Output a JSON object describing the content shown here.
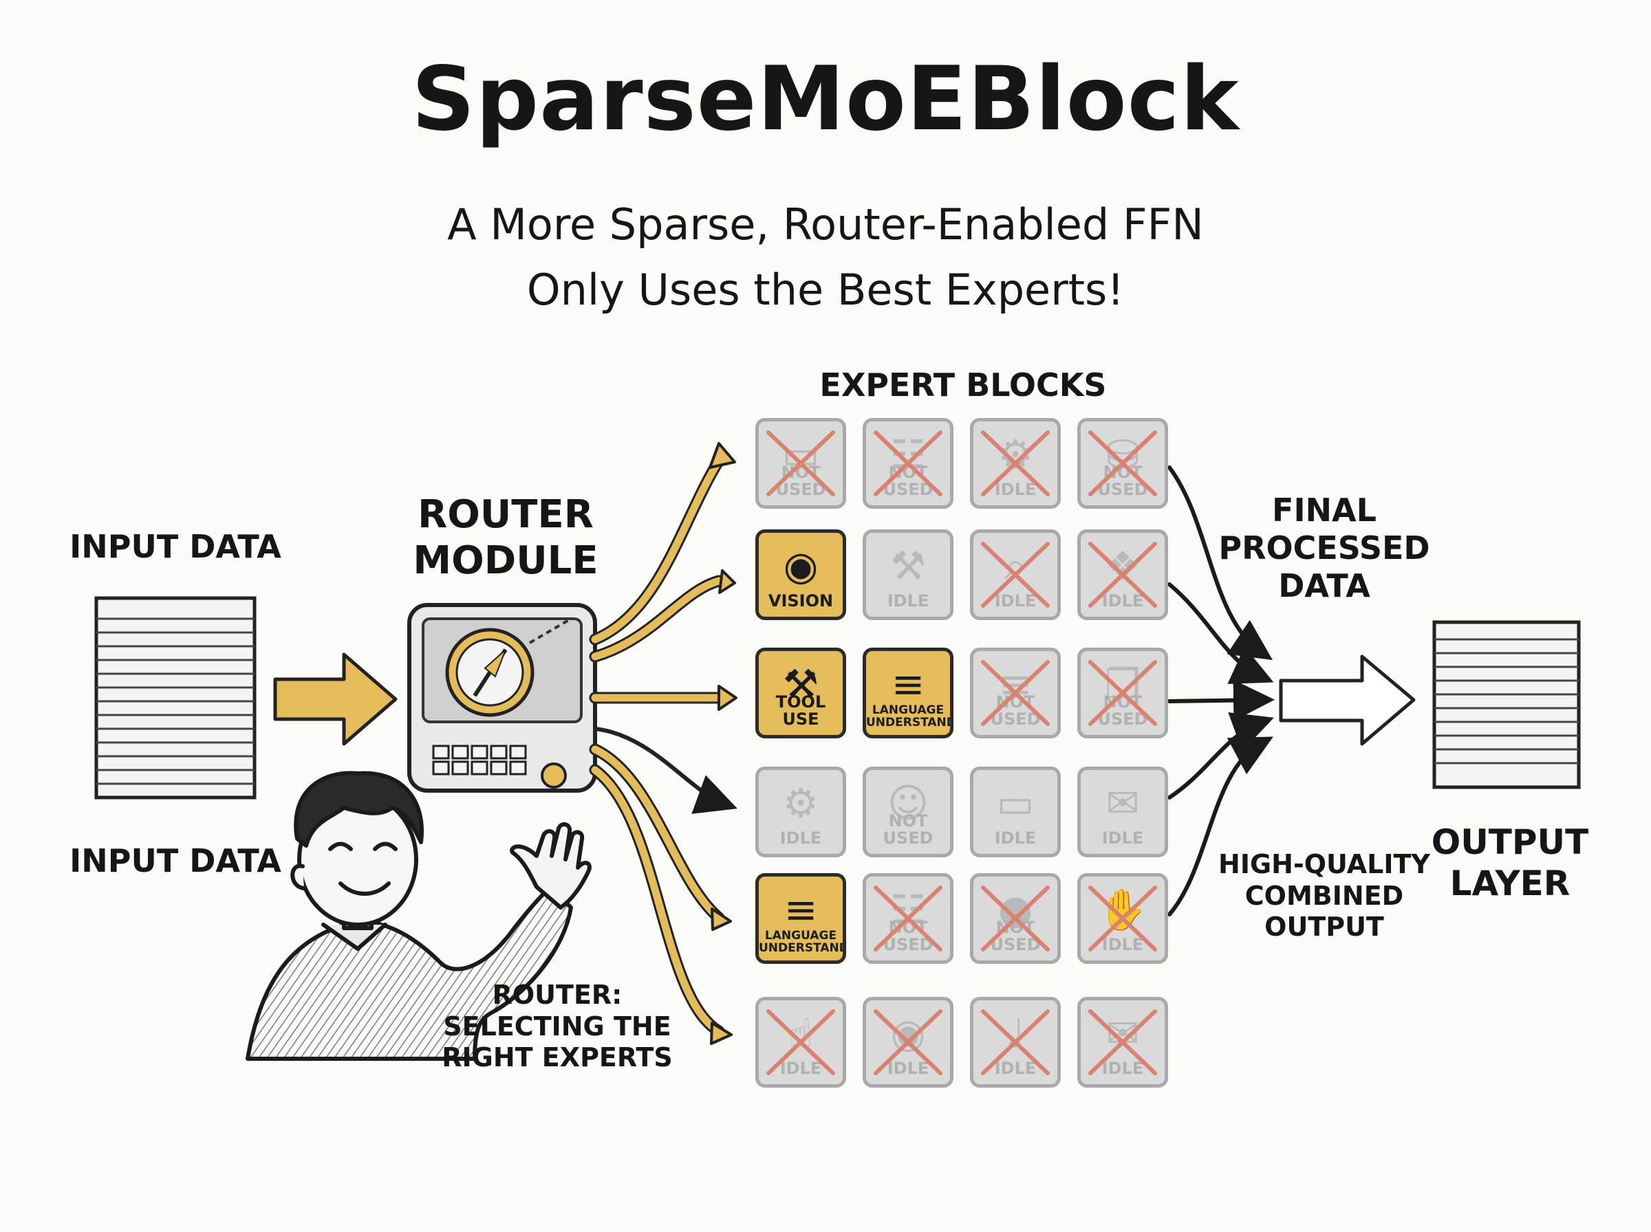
{
  "title": "SparseMoEBlock",
  "subtitle_line1": "A More Sparse, Router-Enabled FFN",
  "subtitle_line2": "Only Uses the Best Experts!",
  "labels": {
    "input_top": "INPUT DATA",
    "input_bottom": "INPUT DATA",
    "router_module_l1": "ROUTER",
    "router_module_l2": "MODULE",
    "expert_blocks": "EXPERT BLOCKS",
    "final_l1": "FINAL",
    "final_l2": "PROCESSED",
    "final_l3": "DATA",
    "hq_l1": "HIGH-QUALITY",
    "hq_l2": "COMBINED",
    "hq_l3": "OUTPUT",
    "output_l1": "OUTPUT",
    "output_l2": "LAYER",
    "router_caption_l1": "ROUTER:",
    "router_caption_l2": "SELECTING THE",
    "router_caption_l3": "RIGHT EXPERTS"
  },
  "colors": {
    "accent": "#e4bd5a",
    "inactive": "#dadada",
    "cross": "#d9826f",
    "ink": "#161616"
  },
  "experts": [
    [
      {
        "label": "NOT USED",
        "state": "crossed",
        "icon": "screen-icon"
      },
      {
        "label": "NOT USED",
        "state": "crossed",
        "icon": "document-icon"
      },
      {
        "label": "IDLE",
        "state": "crossed",
        "icon": "gear-icon"
      },
      {
        "label": "NOT USED",
        "state": "crossed",
        "icon": "database-icon"
      }
    ],
    [
      {
        "label": "VISION",
        "state": "active",
        "icon": "camera-icon"
      },
      {
        "label": "IDLE",
        "state": "inactive",
        "icon": "wrench-icon"
      },
      {
        "label": "IDLE",
        "state": "crossed",
        "icon": "magnifier-icon"
      },
      {
        "label": "IDLE",
        "state": "crossed",
        "icon": "puzzle-icon"
      }
    ],
    [
      {
        "label": "TOOL USE",
        "state": "active",
        "icon": "wrench-icon"
      },
      {
        "label": "LANGUAGE\nUNDERSTANDING",
        "state": "active",
        "icon": "book-icon"
      },
      {
        "label": "NOT USED",
        "state": "crossed",
        "icon": "book-icon"
      },
      {
        "label": "NOT USED",
        "state": "crossed",
        "icon": "files-icon"
      }
    ],
    [
      {
        "label": "IDLE",
        "state": "inactive",
        "icon": "gear-icon"
      },
      {
        "label": "NOT USED",
        "state": "inactive",
        "icon": "portrait-icon"
      },
      {
        "label": "IDLE",
        "state": "inactive",
        "icon": "screen-icon"
      },
      {
        "label": "IDLE",
        "state": "inactive",
        "icon": "chat-icon"
      }
    ],
    [
      {
        "label": "LANGUAGE\nUNDERSTANDING",
        "state": "active",
        "icon": "book-icon"
      },
      {
        "label": "NOT USED",
        "state": "crossed",
        "icon": "document-icon"
      },
      {
        "label": "NOT USED",
        "state": "crossed",
        "icon": "apple-icon"
      },
      {
        "label": "IDLE",
        "state": "crossed",
        "icon": "hand-icon"
      }
    ],
    [
      {
        "label": "IDLE",
        "state": "crossed",
        "icon": "thumbs-up-icon"
      },
      {
        "label": "IDLE",
        "state": "crossed",
        "icon": "camera-icon"
      },
      {
        "label": "IDLE",
        "state": "crossed",
        "icon": "microphone-icon"
      },
      {
        "label": "IDLE",
        "state": "crossed",
        "icon": "envelope-icon"
      }
    ]
  ]
}
